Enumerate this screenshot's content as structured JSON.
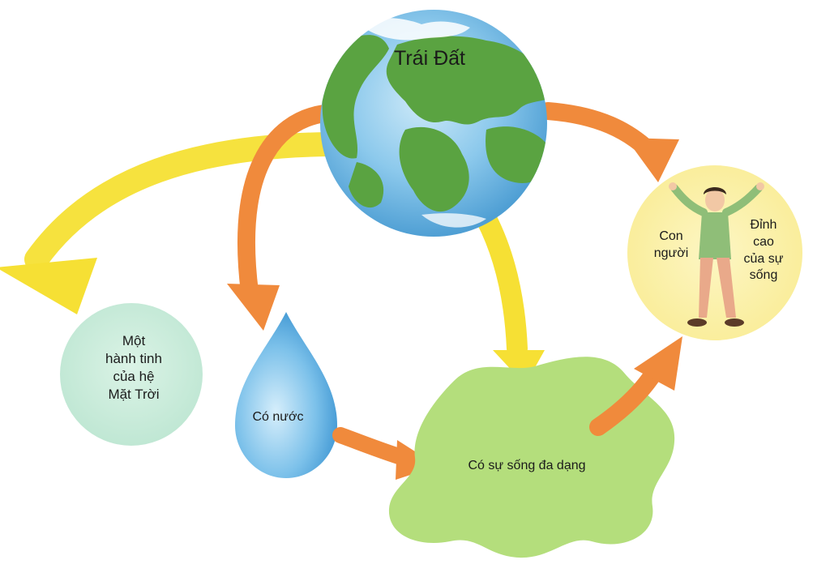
{
  "diagram": {
    "center": {
      "title": "Trái Đất"
    },
    "nodes": {
      "planet": {
        "lines": [
          "Một",
          "hành tinh",
          "của hệ",
          "Mặt Trời"
        ]
      },
      "water": {
        "label": "Có nước"
      },
      "life": {
        "label": "Có sự sống đa dạng"
      },
      "human": {
        "left_lines": [
          "Con",
          "người"
        ],
        "right_lines": [
          "Đỉnh",
          "cao",
          "của sự",
          "sống"
        ]
      }
    },
    "colors": {
      "ocean": "#7ec3e8",
      "land": "#5aa341",
      "planet_circle": "#c6ebda",
      "water_drop": "#6fb9e6",
      "life_blob": "#b4de7c",
      "human_circle": "#fbf1a6",
      "arrow_orange": "#f08a3c",
      "arrow_yellow": "#f6e034"
    }
  }
}
